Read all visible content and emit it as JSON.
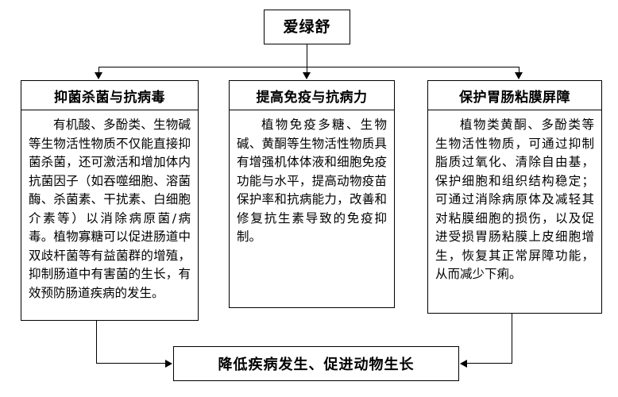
{
  "diagram": {
    "root": {
      "label": "爱绿舒"
    },
    "branches": [
      {
        "title": "抑菌杀菌与抗病毒",
        "body": "有机酸、多酚类、生物碱等生物活性物质不仅能直接抑菌杀菌，还可激活和增加体内抗菌因子（如吞噬细胞、溶菌酶、杀菌素、干扰素、白细胞介素等）以消除病原菌/病毒。植物寡糖可以促进肠道中双歧杆菌等有益菌群的增殖，抑制肠道中有害菌的生长，有效预防肠道疾病的发生。"
      },
      {
        "title": "提高免疫与抗病力",
        "body": "植物免疫多糖、生物碱、黄酮等生物活性物质具有增强机体体液和细胞免疫功能与水平，提高动物疫苗保护率和抗病能力，改善和修复抗生素导致的免疫抑制。"
      },
      {
        "title": "保护胃肠粘膜屏障",
        "body": "植物类黄酮、多酚类等生物活性物质，可通过抑制脂质过氧化、清除自由基，保护细胞和组织结构稳定；可通过消除病原体及减轻其对粘膜细胞的损伤，以及促进受损胃肠粘膜上皮细胞增生，恢复其正常屏障功能，从而减少下痢。"
      }
    ],
    "result": {
      "label": "降低疾病发生、促进动物生长"
    },
    "colors": {
      "line": "#000000",
      "background": "#ffffff",
      "text": "#000000"
    }
  }
}
